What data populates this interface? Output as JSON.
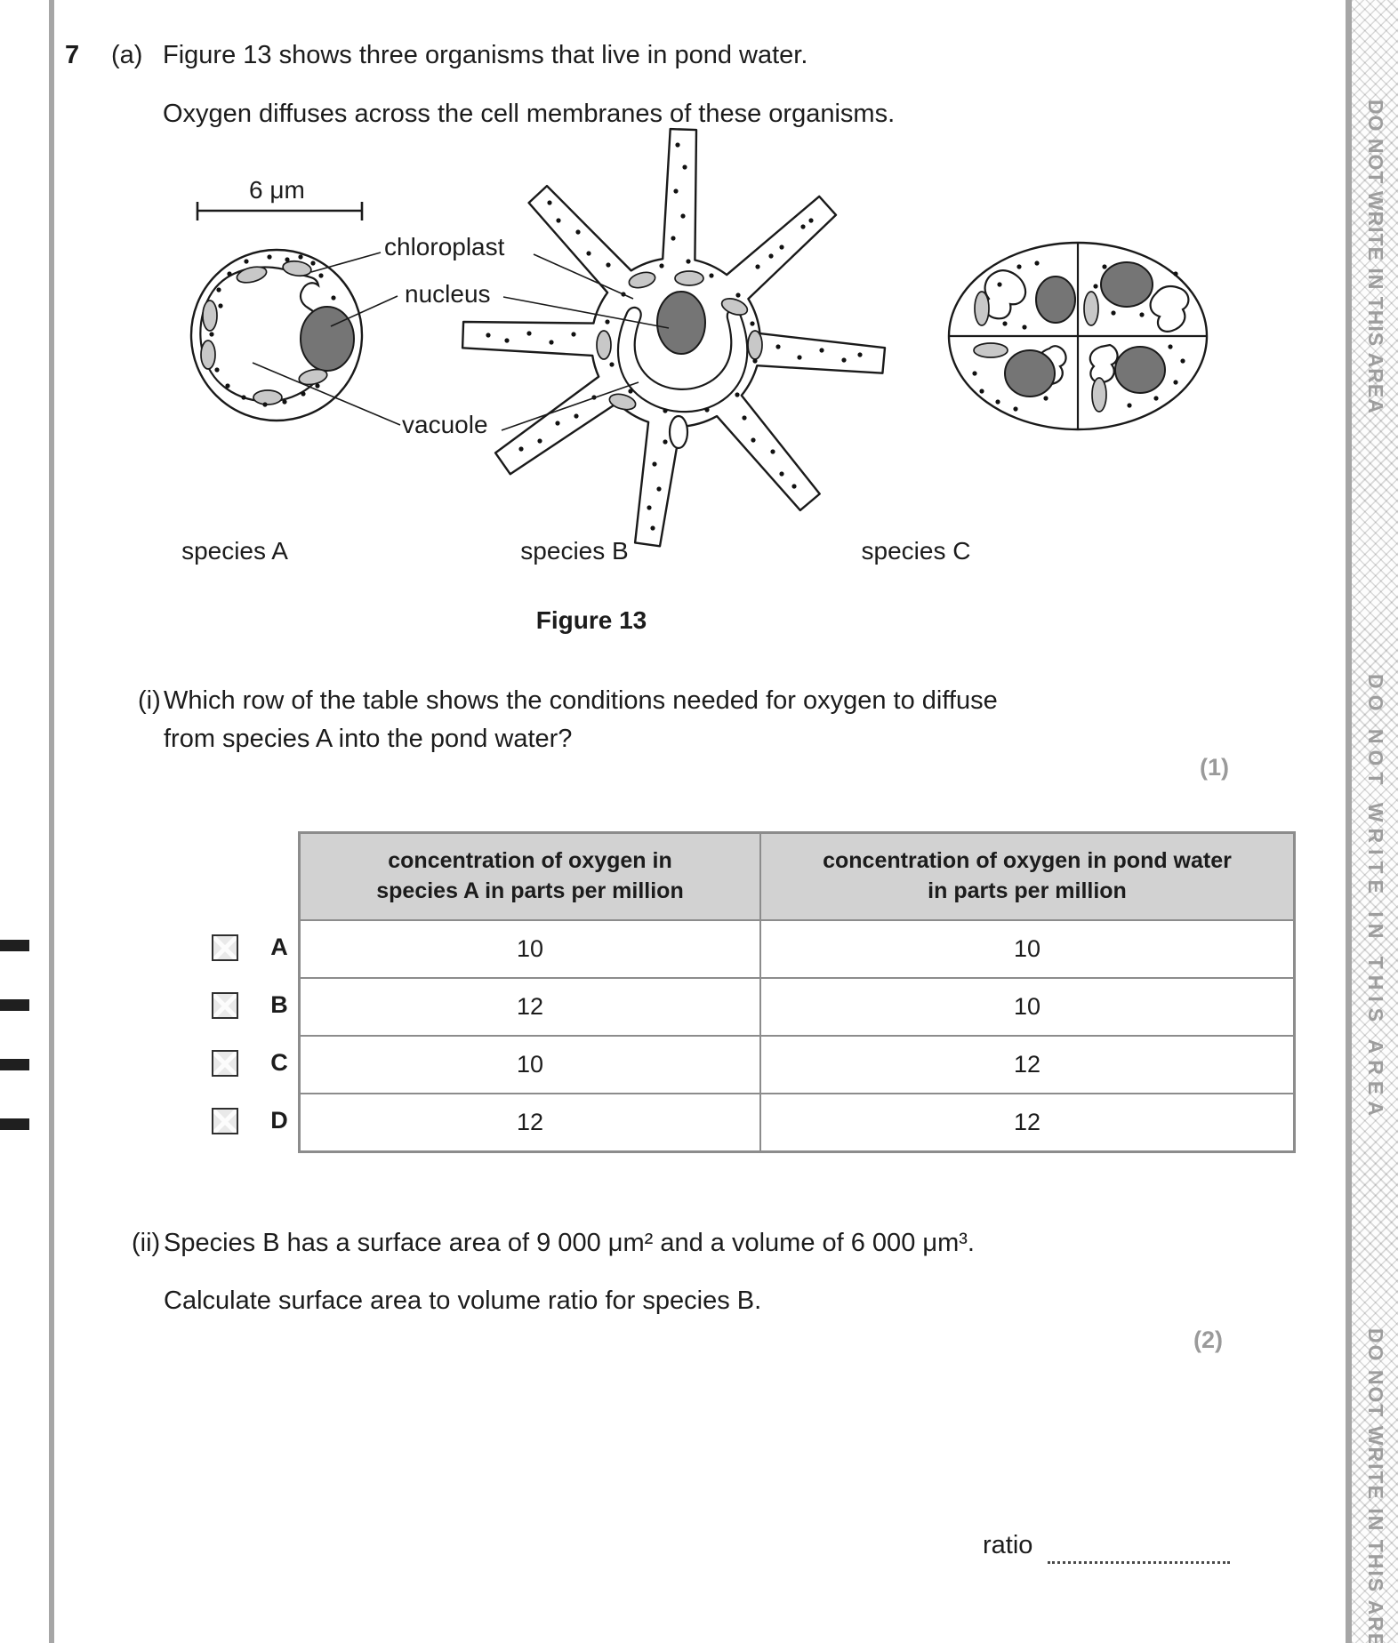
{
  "page": {
    "question_number": "7",
    "part_label": "(a)",
    "intro_line1": "Figure 13 shows three organisms that live in pond water.",
    "intro_line2": "Oxygen diffuses across the cell membranes of these organisms."
  },
  "figure": {
    "scale_label": "6 μm",
    "label_chloroplast": "chloroplast",
    "label_nucleus": "nucleus",
    "label_vacuole": "vacuole",
    "species_a_label": "species A",
    "species_b_label": "species B",
    "species_c_label": "species C",
    "caption": "Figure 13"
  },
  "question_i": {
    "label": "(i)",
    "line1": "Which row of the table shows the conditions needed for oxygen to diffuse",
    "line2": "from species A into the pond water?",
    "marks": "(1)"
  },
  "table": {
    "col1_header": "concentration of oxygen in species A in parts per million",
    "col2_header": "concentration of oxygen in pond water in parts per million",
    "rows": [
      {
        "option": "A",
        "col1": "10",
        "col2": "10"
      },
      {
        "option": "B",
        "col1": "12",
        "col2": "10"
      },
      {
        "option": "C",
        "col1": "10",
        "col2": "12"
      },
      {
        "option": "D",
        "col1": "12",
        "col2": "12"
      }
    ]
  },
  "question_ii": {
    "label": "(ii)",
    "line1": "Species B has a surface area of 9 000 μm² and a volume of 6 000 μm³.",
    "line2": "Calculate surface area to volume ratio for species B.",
    "marks": "(2)",
    "answer_label": "ratio"
  },
  "margin": {
    "warning_text": "DO NOT WRITE IN THIS AREA"
  },
  "colors": {
    "text": "#1c1c1c",
    "marks_gray": "#9a9a9a",
    "warning_gray": "#9d9d9d",
    "header_bg": "#d2d2d2",
    "table_border": "#8c8c8c",
    "nucleus_fill": "#757575",
    "chloroplast_fill": "#c8c8c8",
    "outline": "#1a1a1a",
    "rule_gray": "#a6a6a6"
  }
}
